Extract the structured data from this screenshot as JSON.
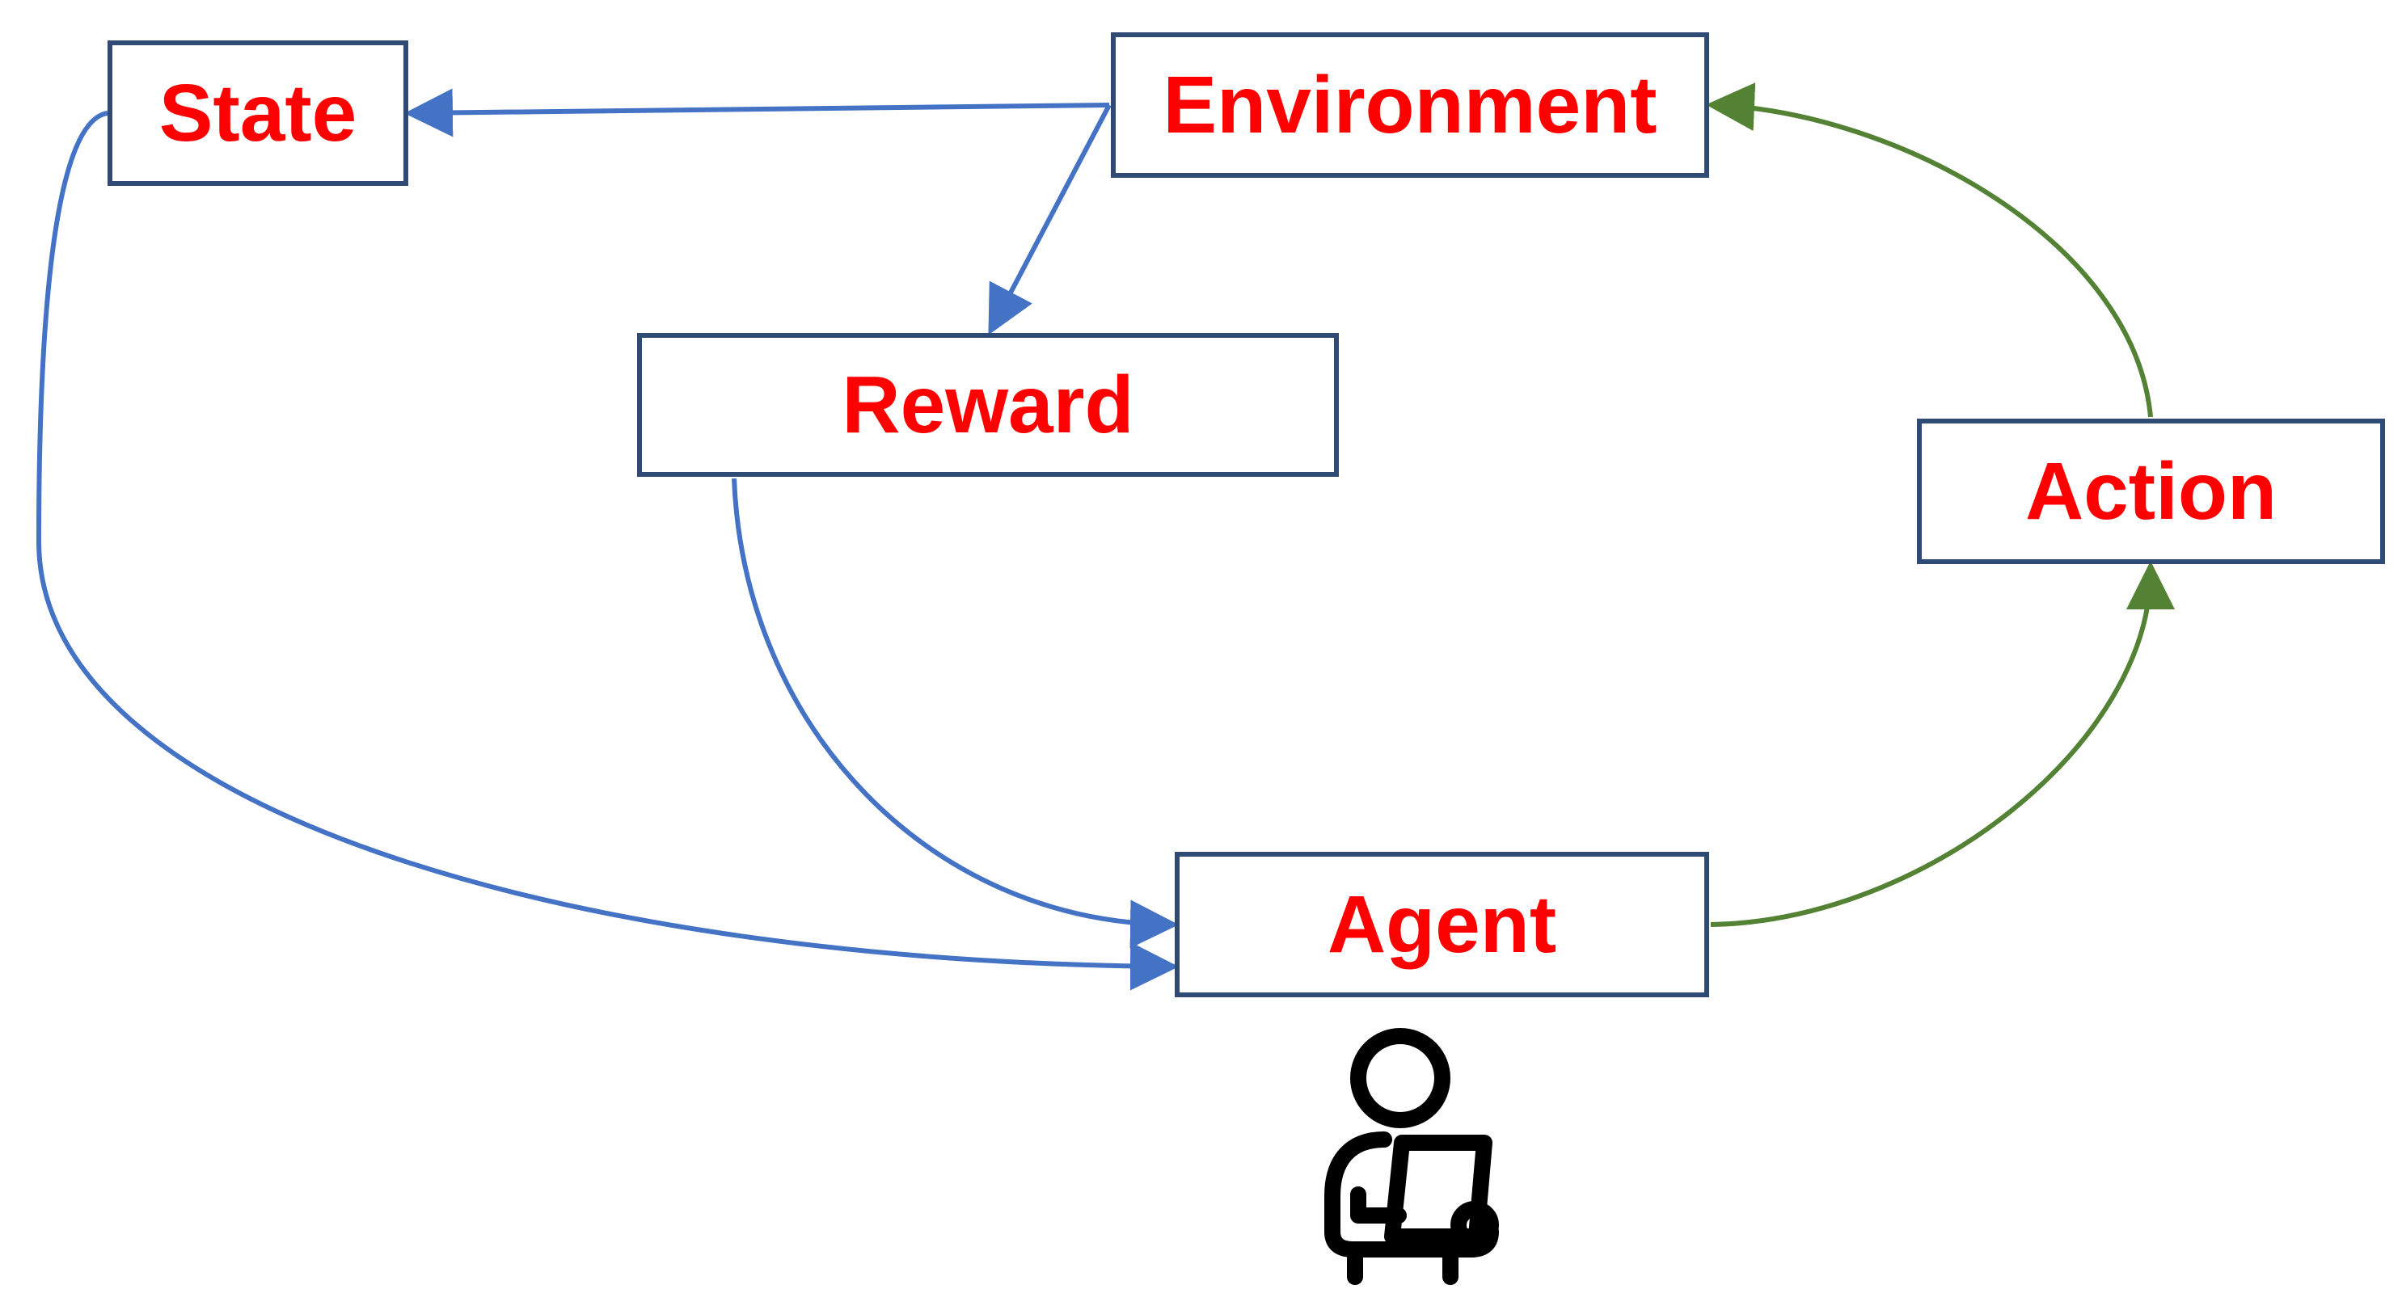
{
  "diagram": {
    "colors": {
      "label": "#ff0000",
      "node_border": "#2f4a75",
      "observation_arrow": "#4472c4",
      "action_arrow": "#548235",
      "icon": "#000000"
    },
    "nodes": {
      "state": {
        "label": "State"
      },
      "environment": {
        "label": "Environment"
      },
      "reward": {
        "label": "Reward"
      },
      "action": {
        "label": "Action"
      },
      "agent": {
        "label": "Agent"
      }
    },
    "edges": [
      {
        "from": "Environment",
        "to": "State",
        "color": "#4472c4"
      },
      {
        "from": "Environment",
        "to": "Reward",
        "color": "#4472c4"
      },
      {
        "from": "State",
        "to": "Agent",
        "color": "#4472c4"
      },
      {
        "from": "Reward",
        "to": "Agent",
        "color": "#4472c4"
      },
      {
        "from": "Agent",
        "to": "Action",
        "color": "#548235"
      },
      {
        "from": "Action",
        "to": "Environment",
        "color": "#548235"
      }
    ],
    "agent_icon": "person-with-laptop-icon"
  }
}
